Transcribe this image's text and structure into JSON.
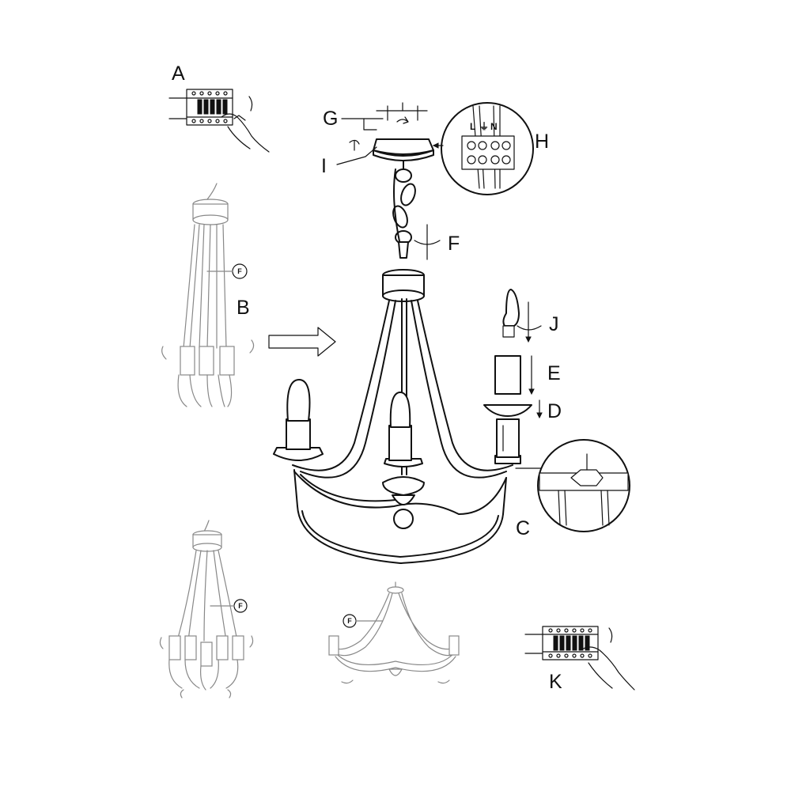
{
  "labels": {
    "A": "A",
    "B": "B",
    "C": "C",
    "D": "D",
    "E": "E",
    "F": "F",
    "G": "G",
    "H": "H",
    "I": "I",
    "J": "J",
    "K": "K"
  },
  "terminal_markings": {
    "live": "L",
    "earth": "⏚",
    "neutral": "N"
  },
  "circle_callouts": {
    "b_wires": "F",
    "bottom_left_wires": "F",
    "bottom_center_wires": "F"
  },
  "colors": {
    "line": "#111111",
    "ghost_line": "#888888",
    "background": "#ffffff"
  }
}
